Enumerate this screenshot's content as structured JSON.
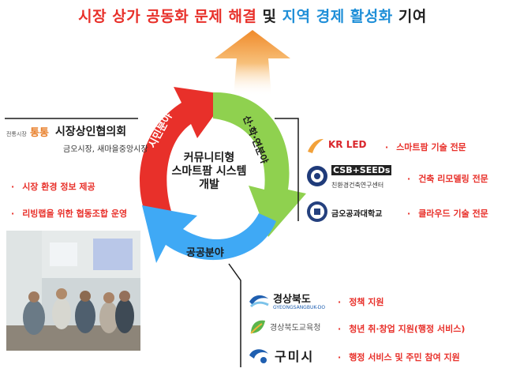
{
  "title": {
    "part1": "시장 상가 공동화 문제 해결",
    "part2": " 및 ",
    "part3": "지역 경제 활성화",
    "part4": " 기여"
  },
  "center": {
    "line1": "커뮤니티형",
    "line2": "스마트팜 시스템",
    "line3": "개발"
  },
  "arrows": {
    "left": "시민분야",
    "right": "산·학·연분야",
    "bottom": "공공분야"
  },
  "left_panel": {
    "logo_text": "전통시장",
    "logo_big": "통통",
    "org_name": "시장상인협의회",
    "org_sub": "금오시장, 새마을중앙시장",
    "bullets": [
      "시장 환경 정보 제공",
      "리빙랩을 위한 협동조합 운영"
    ]
  },
  "right_top": [
    {
      "logo": "KR LED",
      "desc": "스마트팜 기술 전문"
    },
    {
      "logo": "CSB+SEEDs",
      "logo_sub": "친환경건축연구센터",
      "desc": "건축 리모델링 전문"
    },
    {
      "logo": "금오공과대학교",
      "desc": "클라우드 기술 전문"
    }
  ],
  "right_bottom": [
    {
      "logo": "경상북도",
      "logo_sub": "GYEONGSANGBUK-DO",
      "desc": "정책 지원"
    },
    {
      "logo": "경상북도교육청",
      "desc": "청년 취·창업 지원(행정 서비스)"
    },
    {
      "logo": "구미시",
      "desc": "행정 서비스 및 주민 참여 지원"
    }
  ],
  "colors": {
    "red": "#e8302a",
    "green": "#8fd14f",
    "blue": "#3fa9f5",
    "title_blue": "#1f8fd8"
  }
}
